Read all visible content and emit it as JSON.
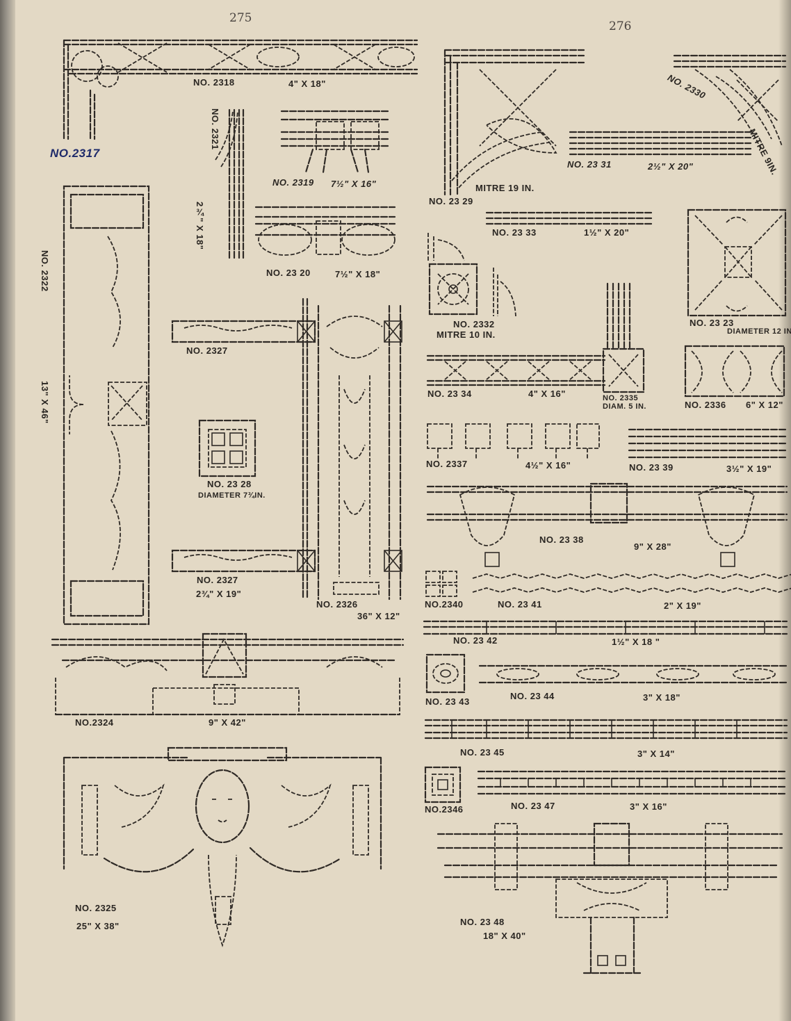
{
  "pages": {
    "left": "275",
    "right": "276"
  },
  "labels": {
    "n2317": "NO.2317",
    "n2318": "NO. 2318",
    "d2318": "4\" X 18\"",
    "n2319": "NO. 2319",
    "d2319": "7½\" X 16\"",
    "n2320": "NO. 23 20",
    "d2320": "7½\" X 18\"",
    "n2321": "NO. 2321",
    "d2321": "2¾\" X 18\"",
    "n2322": "NO. 2322",
    "d2322": "13\" X 46\"",
    "n2324": "NO.2324",
    "d2324": "9\" X 42\"",
    "n2325": "NO. 2325",
    "d2325": "25\" X 38\"",
    "n2326": "NO. 2326",
    "d2326": "36\" X 12\"",
    "n2327a": "NO. 2327",
    "n2327b": "NO. 2327",
    "d2327": "2¾\" X 19\"",
    "n2328": "NO. 23 28",
    "d2328": "DIAMETER 7¾IN.",
    "n2329": "NO. 23 29",
    "d2329": "MITRE  19 IN.",
    "n2330": "NO. 2330",
    "d2330": "MITRE  9IN.",
    "n2331": "NO. 23 31",
    "d2331": "2½\" X 20\"",
    "n2332": "NO. 2332",
    "d2332": "MITRE  10  IN.",
    "n2333": "NO. 23 33",
    "d2333": "1½\" X 20\"",
    "n2323": "NO. 23 23",
    "d2323": "DIAMETER  12 IN.",
    "n2334": "NO. 23 34",
    "d2334": "4\" X 16\"",
    "n2335": "NO. 2335",
    "d2335": "DIAM.  5 IN.",
    "n2336": "NO. 2336",
    "d2336": "6\" X 12\"",
    "n2337": "NO. 2337",
    "d2337": "4½\" X 16\"",
    "n2339": "NO. 23 39",
    "d2339": "3½\" X 19\"",
    "n2338": "NO. 23 38",
    "d2338": "9\" X 28\"",
    "n2340": "NO.2340",
    "n2341": "NO. 23 41",
    "d2341": "2\" X 19\"",
    "n2342": "NO. 23 42",
    "d2342": "1½\" X 18 \"",
    "n2343": "NO. 23 43",
    "n2344": "NO. 23 44",
    "d2344": "3\" X 18\"",
    "n2345": "NO. 23 45",
    "d2345": "3\" X 14\"",
    "n2346": "NO.2346",
    "n2347": "NO. 23 47",
    "d2347": "3\" X 16\"",
    "n2348": "NO. 23 48",
    "d2348": "18\" X 40\""
  }
}
